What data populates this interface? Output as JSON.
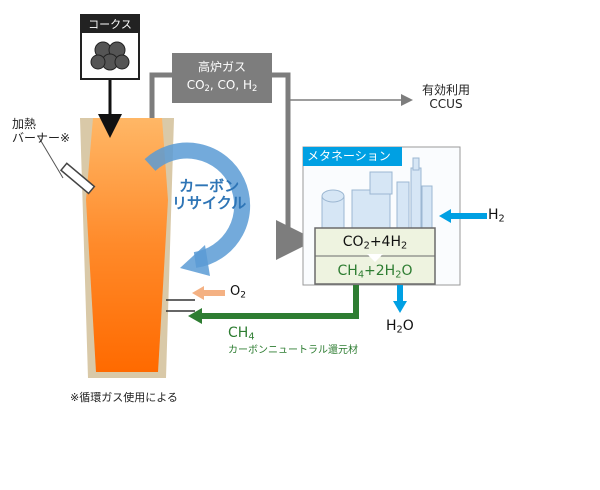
{
  "coke": {
    "title": "コークス"
  },
  "blast_furnace_gas": {
    "title": "高炉ガス",
    "components_prefix": "CO",
    "components_mid": ", CO, H"
  },
  "utilization": {
    "line1": "有効利用",
    "line2": "CCUS"
  },
  "heating_burner": {
    "line1": "加熱",
    "line2": "バーナー※"
  },
  "carbon_recycle": {
    "line1": "カーボン",
    "line2": "リサイクル"
  },
  "methanation": {
    "title": "メタネーション",
    "reactant_co2": "CO",
    "reactant_plus": "+4H",
    "product_ch4": "CH",
    "product_plus": "+2H",
    "product_o": "O"
  },
  "h2_input": {
    "base": "H"
  },
  "o2_input": {
    "base": "O"
  },
  "h2o_output": {
    "base1": "H",
    "base2": "O"
  },
  "ch4_output": {
    "base": "CH",
    "caption": "カーボンニュートラル還元材"
  },
  "footnote": "※循環ガス使用による",
  "colors": {
    "furnace_outer": "#d9c9a8",
    "furnace_hot": "#ff6a00",
    "furnace_light": "#ffb766",
    "gas_gray": "#7d7d7d",
    "recycle_blue": "#5b9bd5",
    "meta_blue": "#00a0e3",
    "ch4_green": "#2e7d32",
    "o2_peach": "#f4b183",
    "plant_light": "#d6e6f5",
    "reactor_fill": "#eef3e0"
  }
}
